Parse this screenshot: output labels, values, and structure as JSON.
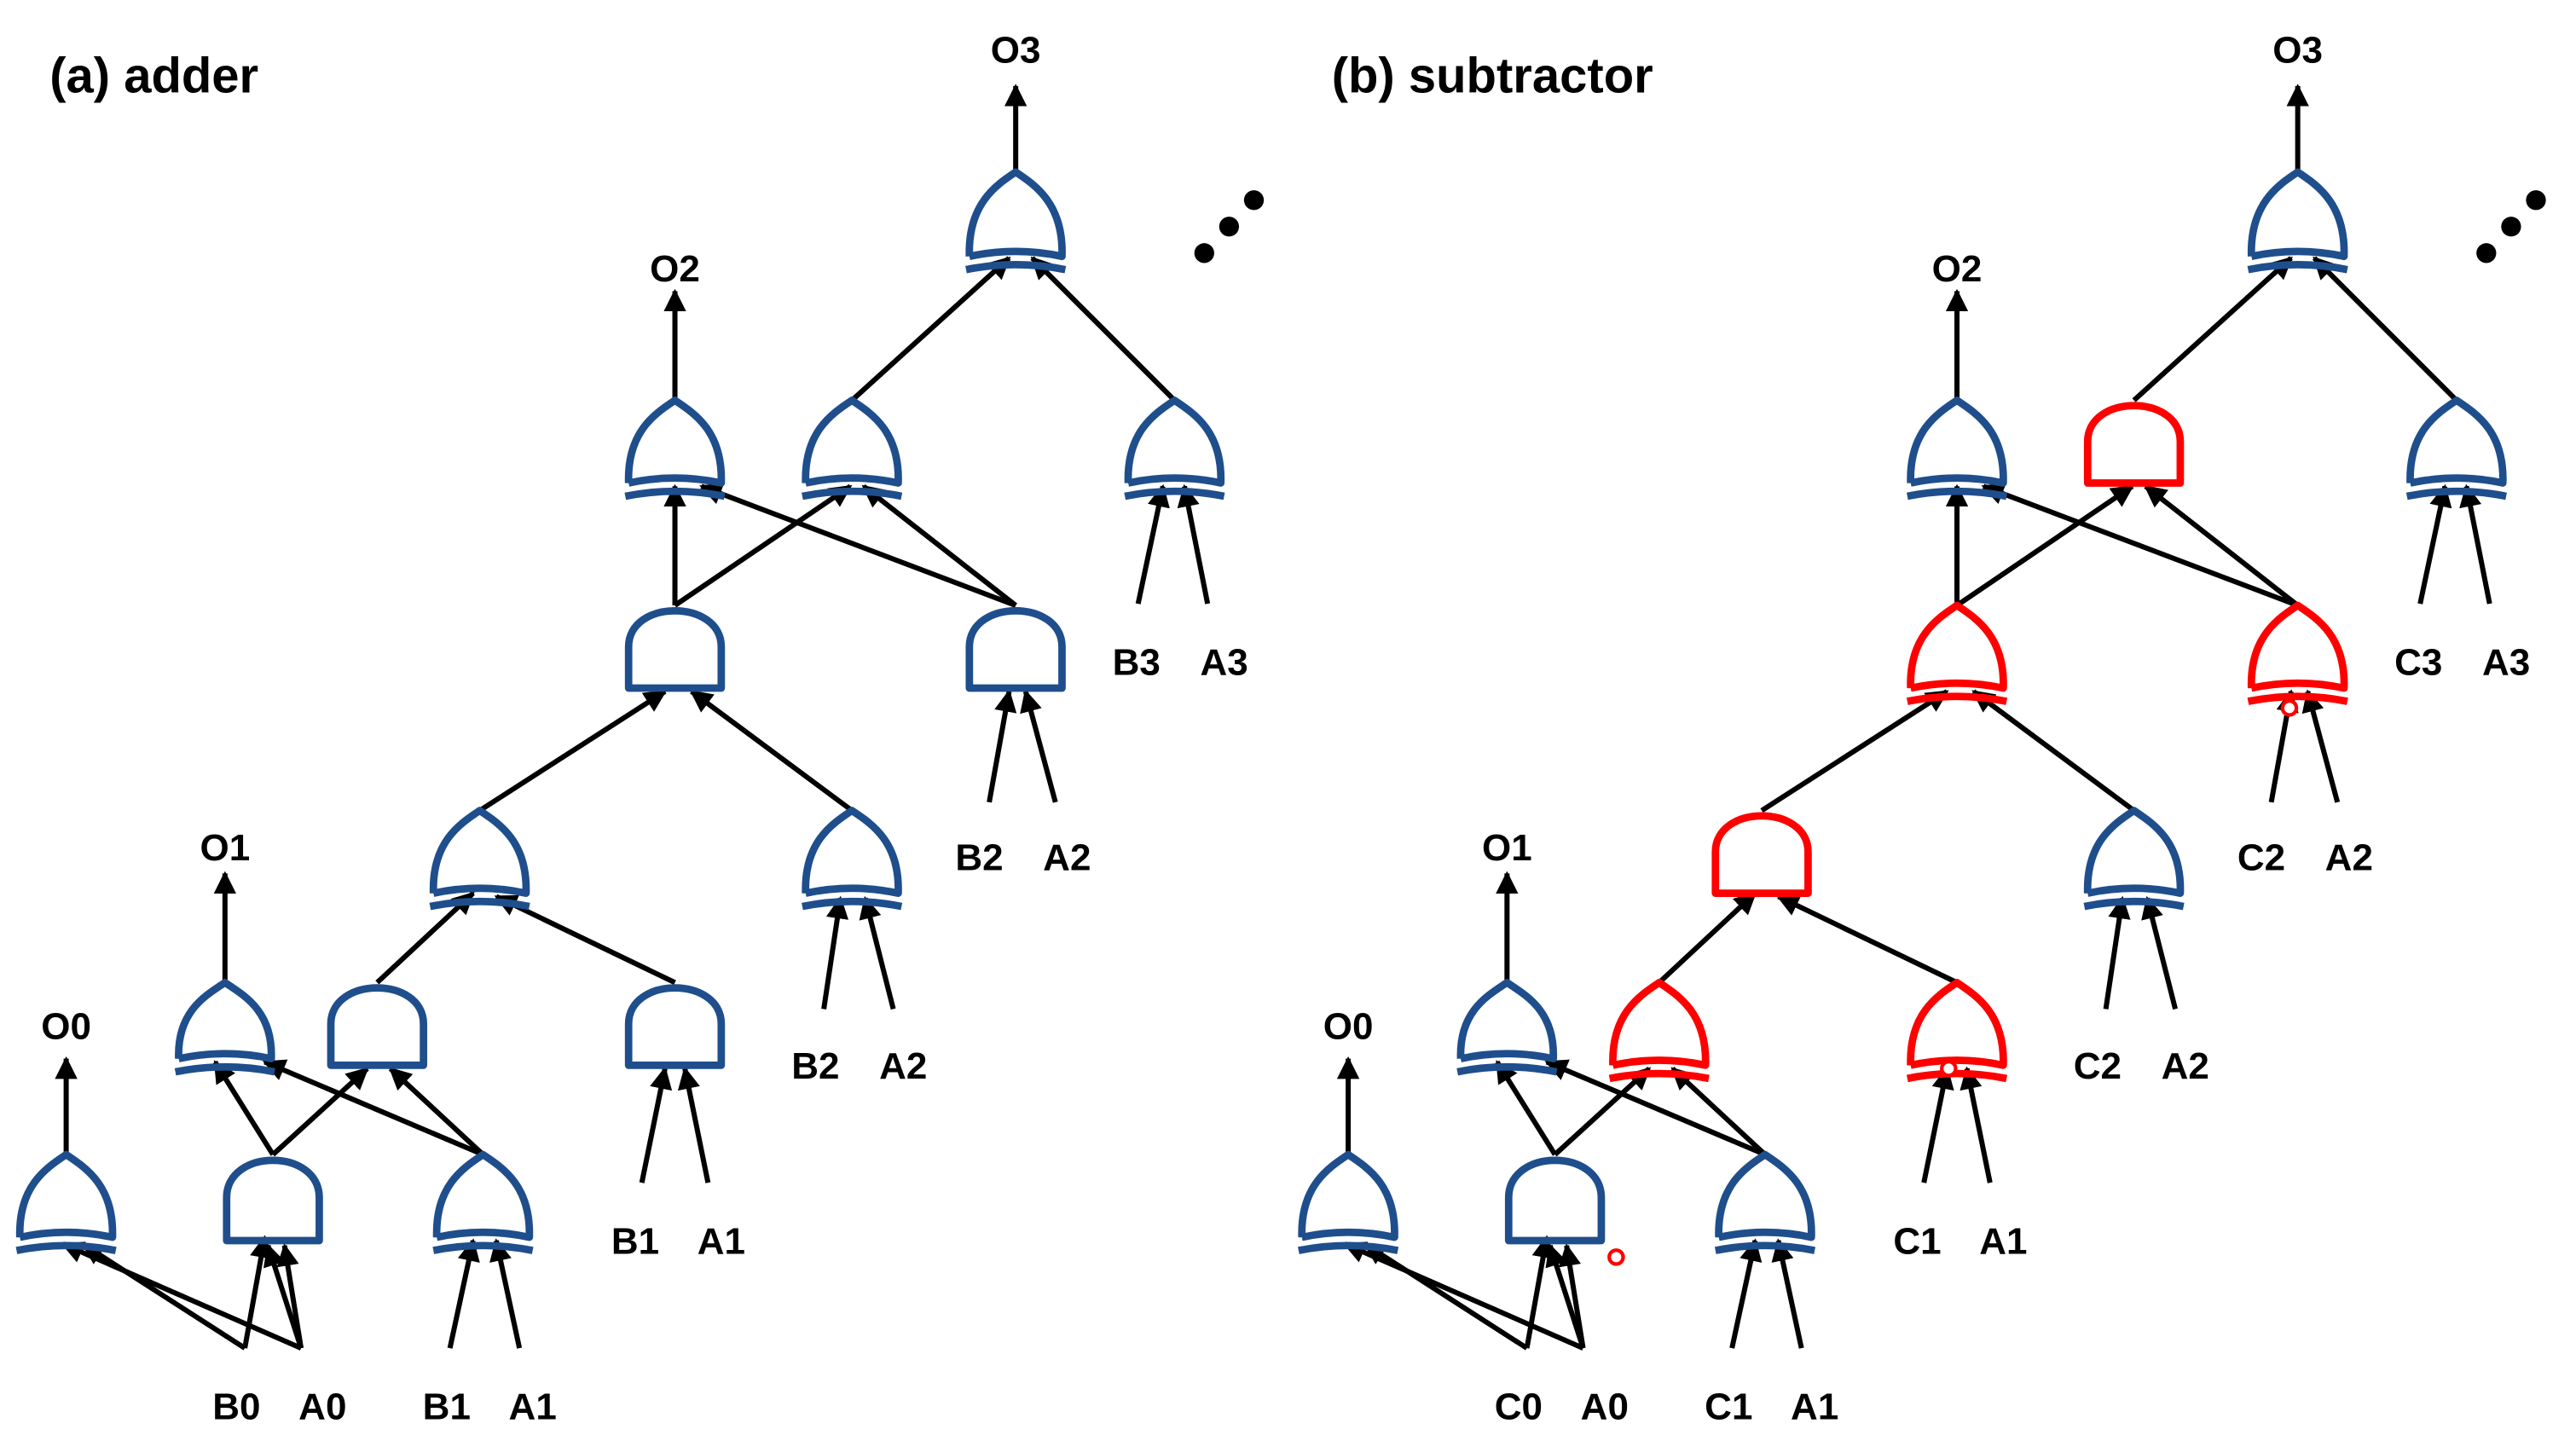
{
  "panels": [
    {
      "title": "(a) adder",
      "outputs": [
        "O0",
        "O1",
        "O2",
        "O3"
      ],
      "inputs": [
        "B0",
        "A0",
        "B1",
        "A1",
        "B1",
        "A1",
        "B2",
        "A2",
        "B2",
        "A2",
        "B3",
        "A3"
      ]
    },
    {
      "title": "(b) subtractor",
      "outputs": [
        "O0",
        "O1",
        "O2",
        "O3"
      ],
      "inputs": [
        "C0",
        "A0",
        "C1",
        "A1",
        "C1",
        "A1",
        "C2",
        "A2",
        "C2",
        "A2",
        "C3",
        "A3"
      ]
    }
  ],
  "colors": {
    "standard_gate": "#1f4e8c",
    "modified_gate": "#ff0000",
    "wire": "#000000"
  },
  "icons": [
    "and-gate-icon",
    "or-gate-icon",
    "xor-gate-icon",
    "inverted-input-bubble-icon",
    "ellipsis-dots-icon"
  ]
}
